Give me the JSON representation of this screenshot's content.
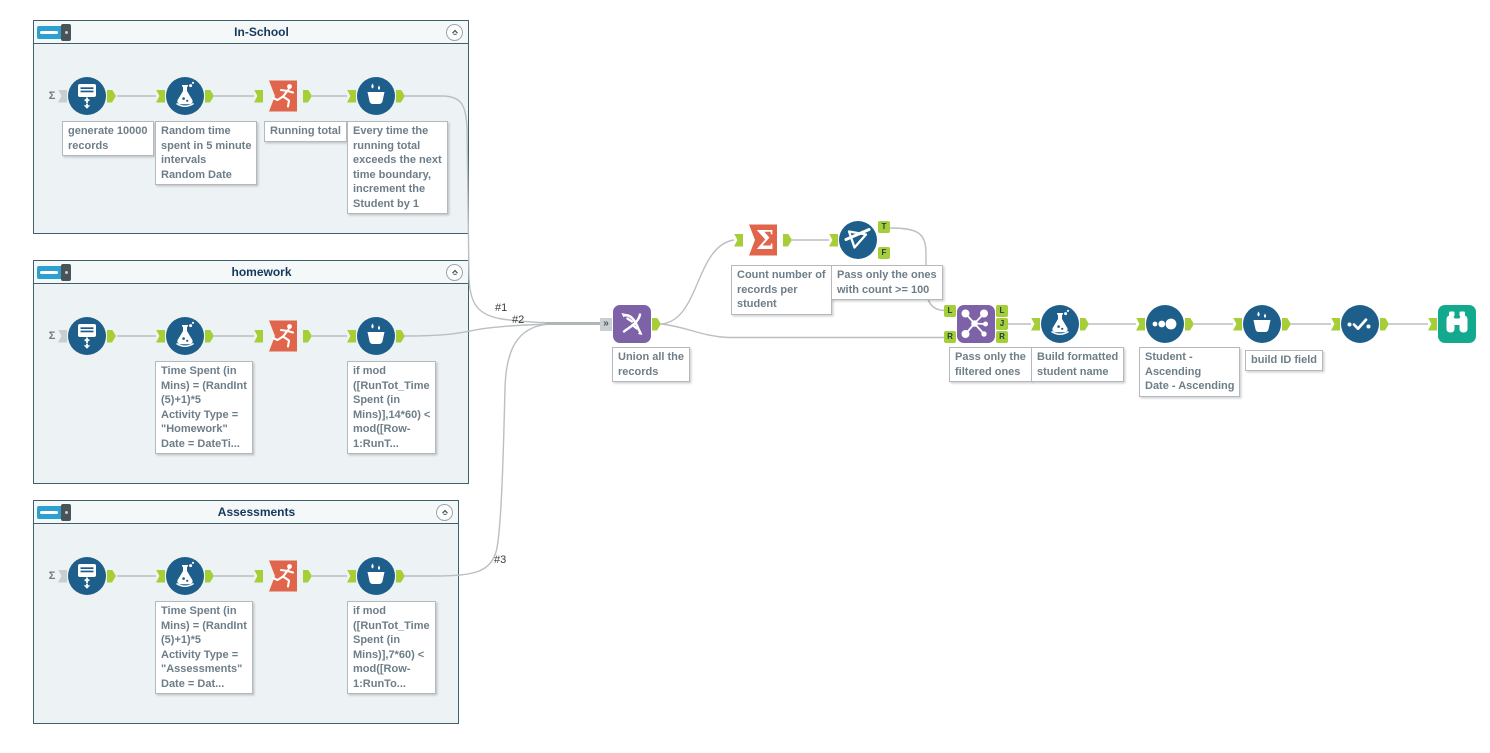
{
  "containers": [
    {
      "title": "In-School",
      "tools": [
        {
          "name": "generate-rows",
          "annotation": "generate 10000\nrecords"
        },
        {
          "name": "formula",
          "annotation": "Random time\nspent in 5 minute\nintervals\nRandom Date"
        },
        {
          "name": "running-total",
          "annotation": "Running total"
        },
        {
          "name": "multi-row-formula",
          "annotation": "Every time the\nrunning total\nexceeds the next\ntime boundary,\nincrement the\nStudent by 1"
        }
      ]
    },
    {
      "title": "homework",
      "tools": [
        {
          "name": "generate-rows",
          "annotation": ""
        },
        {
          "name": "formula",
          "annotation": "Time Spent (in\nMins) = (RandInt\n(5)+1)*5\nActivity Type =\n\"Homework\"\nDate = DateTi..."
        },
        {
          "name": "running-total",
          "annotation": ""
        },
        {
          "name": "multi-row-formula",
          "annotation": "if mod\n([RunTot_Time\nSpent (in\nMins)],14*60) <\nmod([Row-\n1:RunT..."
        }
      ]
    },
    {
      "title": "Assessments",
      "tools": [
        {
          "name": "generate-rows",
          "annotation": ""
        },
        {
          "name": "formula",
          "annotation": "Time Spent (in\nMins) = (RandInt\n(5)+1)*5\nActivity Type =\n\"Assessments\"\nDate = Dat..."
        },
        {
          "name": "running-total",
          "annotation": ""
        },
        {
          "name": "multi-row-formula",
          "annotation": "if mod\n([RunTot_Time\nSpent (in\nMins)],7*60) <\nmod([Row-\n1:RunTo..."
        }
      ]
    }
  ],
  "main": {
    "tools": [
      {
        "name": "union",
        "annotation": "Union all the\nrecords"
      },
      {
        "name": "summarize",
        "annotation": "Count number of\nrecords per\nstudent"
      },
      {
        "name": "filter",
        "annotation": "Pass only the ones\nwith count >= 100"
      },
      {
        "name": "join",
        "annotation": "Pass only the\nfiltered ones"
      },
      {
        "name": "formula",
        "annotation": "Build formatted\nstudent name"
      },
      {
        "name": "sort",
        "annotation": "Student -\nAscending\nDate - Ascending"
      },
      {
        "name": "multi-row-formula",
        "annotation": "build ID field"
      },
      {
        "name": "select",
        "annotation": ""
      },
      {
        "name": "browse",
        "annotation": ""
      }
    ]
  },
  "connection_labels": [
    "#1",
    "#2",
    "#3"
  ],
  "anchors": {
    "true_label": "T",
    "false_label": "F",
    "left_label": "L",
    "join_label": "J",
    "right_label": "R"
  },
  "glyphs": {
    "optional_input": "Σ",
    "union_input": "»"
  },
  "colors": {
    "tool_blue": "#1d5f8a",
    "tool_orange": "#e0654a",
    "tool_purple": "#7d62a8",
    "tool_teal": "#13a98e",
    "anchor_green": "#a6ce39",
    "wire": "#babfc2",
    "container_bg": "#edf2f4",
    "container_border": "#41606c",
    "annotation_text": "#6d7e88"
  }
}
